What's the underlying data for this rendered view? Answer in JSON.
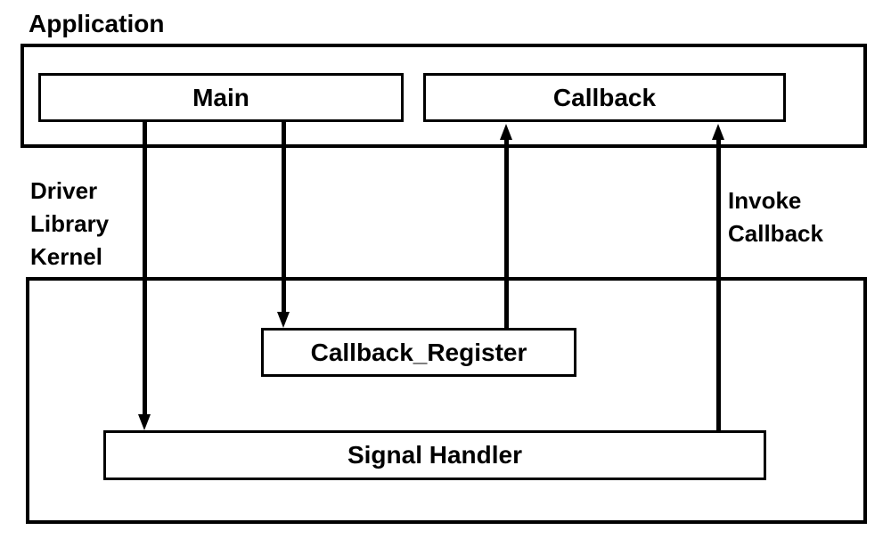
{
  "diagram": {
    "title": "Application",
    "colors": {
      "line": "#000000",
      "background": "#ffffff"
    },
    "labels": {
      "application": "Application",
      "layer_lines": [
        "Driver",
        "Library",
        "Kernel"
      ],
      "invoke_lines": [
        "Invoke",
        "Callback"
      ]
    },
    "boxes": {
      "main": "Main",
      "callback": "Callback",
      "callback_register": "Callback_Register",
      "signal_handler": "Signal Handler"
    },
    "arrows": [
      {
        "from": "Main",
        "to": "Signal Handler",
        "direction": "down"
      },
      {
        "from": "Main",
        "to": "Callback_Register",
        "direction": "down"
      },
      {
        "from": "Callback_Register",
        "to": "Callback",
        "direction": "up"
      },
      {
        "from": "Signal Handler",
        "to": "Callback",
        "direction": "up",
        "label": "Invoke Callback"
      }
    ]
  }
}
